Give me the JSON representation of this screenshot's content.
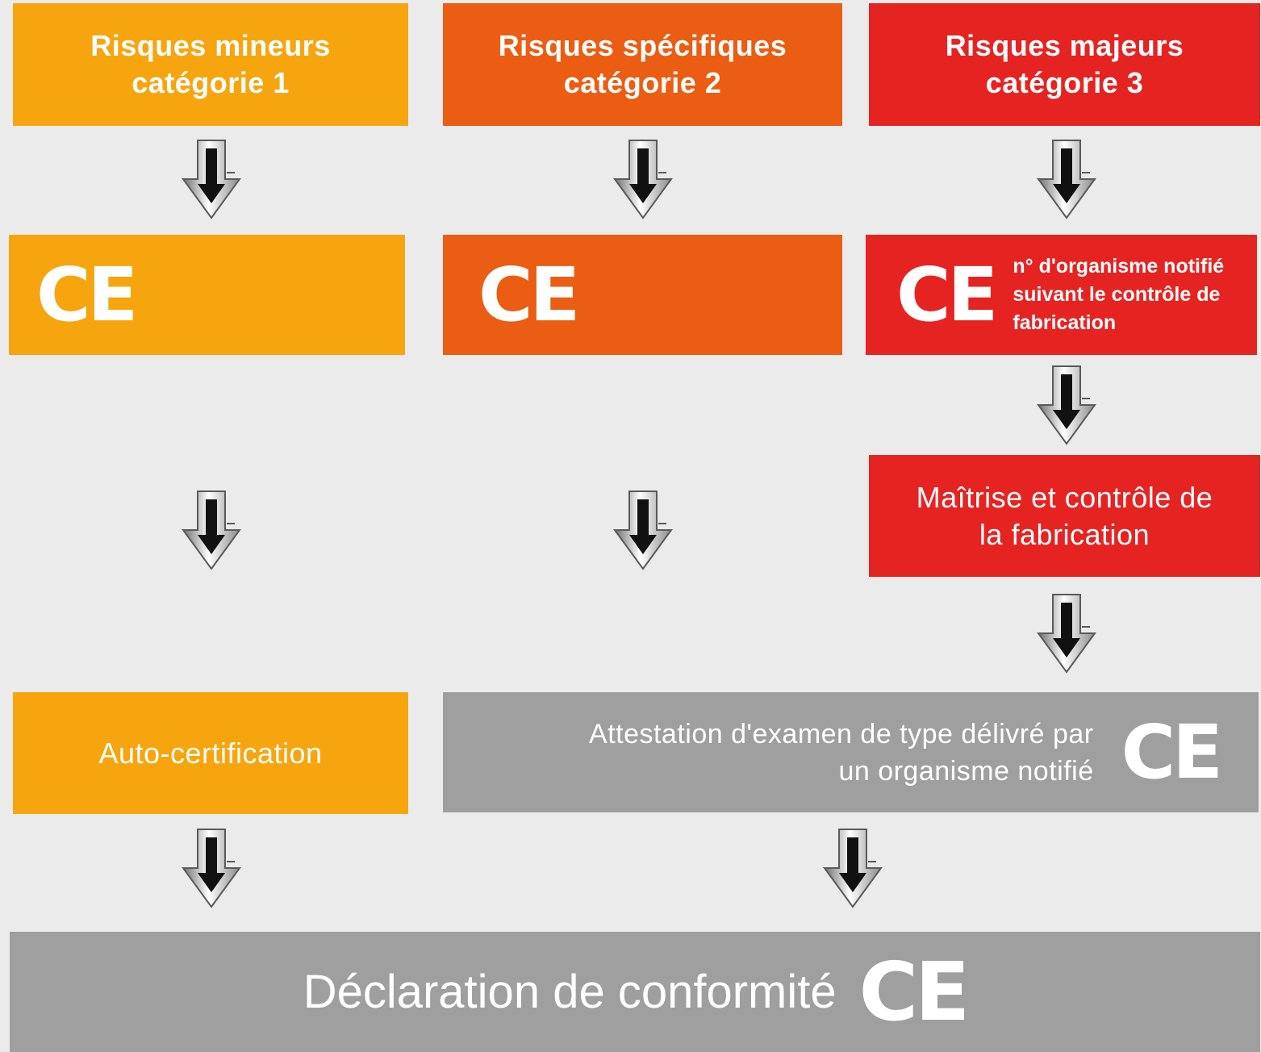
{
  "colors": {
    "background": "#ebebeb",
    "category_1": "#f7a50f",
    "category_2": "#ea5d12",
    "category_3": "#e52422",
    "grey": "#9f9f9f",
    "text": "#ffffff"
  },
  "row1": {
    "cat1": "Risques mineurs\ncatégorie 1",
    "cat2": "Risques spécifiques\ncatégorie 2",
    "cat3": "Risques majeurs\ncatégorie 3"
  },
  "row2": {
    "ce_mark": "CE",
    "cat3_note": "n° d'organisme notifié\nsuivant le contrôle de\nfabrication"
  },
  "row3": {
    "cat3": "Maîtrise et contrôle de\nla fabrication"
  },
  "row4": {
    "cat1": "Auto-certification",
    "cat23": "Attestation d'examen de type délivré par\nun organisme notifié",
    "ce_mark": "CE"
  },
  "final": {
    "label": "Déclaration de conformité",
    "ce_mark": "CE"
  },
  "icons": {
    "arrow": "down-arrow-icon"
  }
}
